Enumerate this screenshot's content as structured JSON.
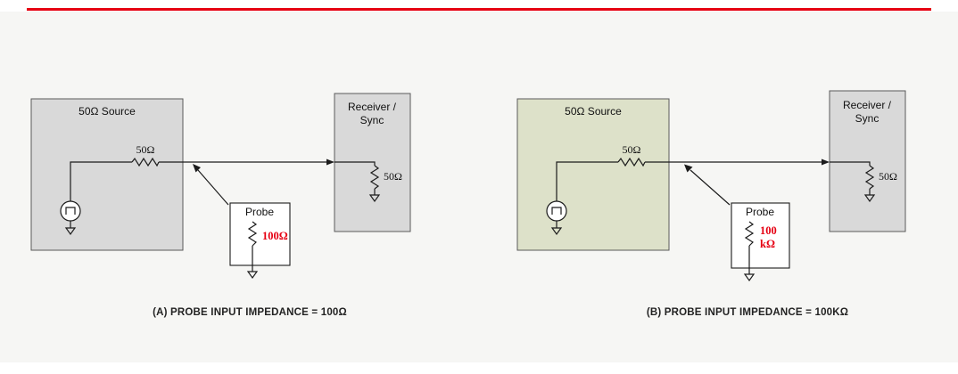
{
  "page": {
    "background_color": "#f6f6f4",
    "top_rule_color": "#e60012"
  },
  "diagram_a": {
    "source_box_label": "50Ω Source",
    "source_box_color": "#d9d9d9",
    "series_resistor_value": "50Ω",
    "receiver_label_line1": "Receiver /",
    "receiver_label_line2": "Sync",
    "receiver_box_color": "#d9d9d9",
    "termination_resistor_value": "50Ω",
    "probe_box_label": "Probe",
    "probe_box_color": "#ffffff",
    "probe_impedance_value": "100Ω",
    "probe_value_color": "#e60012",
    "caption": "(A) PROBE INPUT IMPEDANCE = 100Ω"
  },
  "diagram_b": {
    "source_box_label": "50Ω Source",
    "source_box_color": "#dde1c9",
    "series_resistor_value": "50Ω",
    "receiver_label_line1": "Receiver /",
    "receiver_label_line2": "Sync",
    "receiver_box_color": "#d9d9d9",
    "termination_resistor_value": "50Ω",
    "probe_box_label": "Probe",
    "probe_box_color": "#ffffff",
    "probe_impedance_value_line1": "100",
    "probe_impedance_value_line2": "kΩ",
    "probe_value_color": "#e60012",
    "caption": "(B) PROBE INPUT IMPEDANCE = 100KΩ"
  }
}
